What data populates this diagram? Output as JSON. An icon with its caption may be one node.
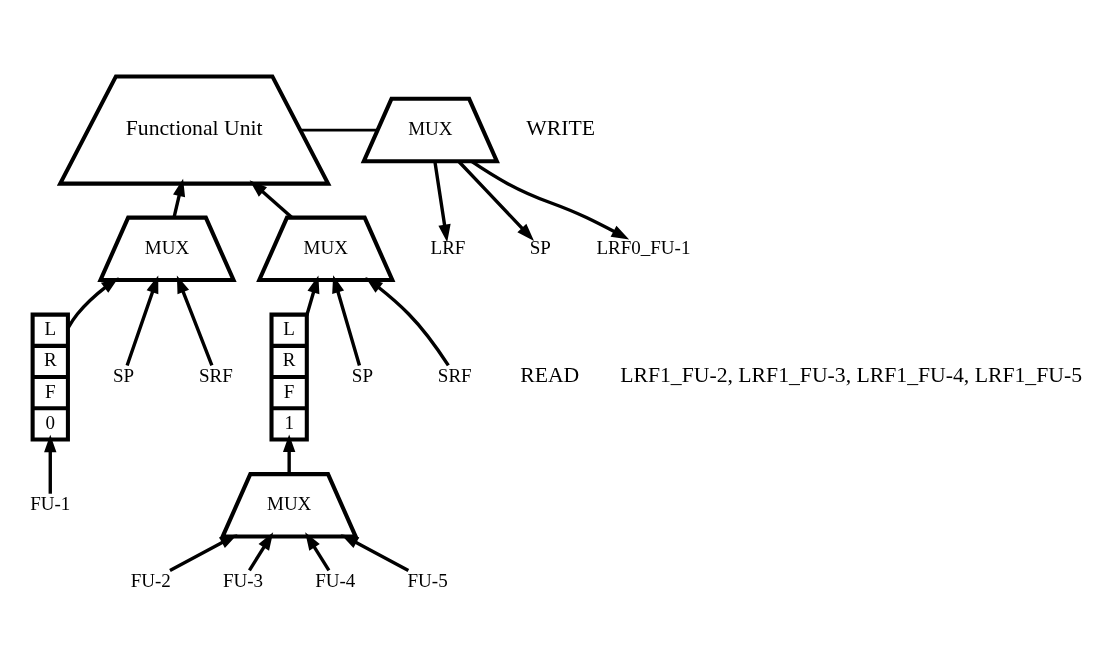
{
  "diagram": {
    "nodes": [
      {
        "text": [
          "Functional Unit"
        ]
      },
      {
        "text": [
          "MUX"
        ]
      },
      {
        "text": [
          "MUX"
        ]
      },
      {
        "text": [
          "MUX"
        ]
      },
      {
        "text": [
          "L",
          "R",
          "F",
          "0"
        ]
      },
      {
        "text": [
          "L",
          "R",
          "F",
          "1"
        ]
      },
      {
        "text": [
          "MUX"
        ]
      },
      {
        "text": [
          "SP"
        ]
      },
      {
        "text": [
          "SRF"
        ]
      },
      {
        "text": [
          "SP"
        ]
      },
      {
        "text": [
          "SRF"
        ]
      },
      {
        "text": [
          "FU-1"
        ]
      },
      {
        "text": [
          "FU-2"
        ]
      },
      {
        "text": [
          "FU-3"
        ]
      },
      {
        "text": [
          "FU-4"
        ]
      },
      {
        "text": [
          "FU-5"
        ]
      },
      {
        "text": [
          "LRF"
        ]
      },
      {
        "text": [
          "SP"
        ]
      },
      {
        "text": [
          "LRF0_FU-1"
        ]
      }
    ],
    "edges": [
      {
        "from": 1,
        "to": 0,
        "arrow": "to"
      },
      {
        "from": 2,
        "to": 0,
        "arrow": "to"
      },
      {
        "from": 0,
        "to": 3,
        "arrow": "none"
      },
      {
        "from": 4,
        "to": 1,
        "arrow": "to"
      },
      {
        "from": 7,
        "to": 1,
        "arrow": "to"
      },
      {
        "from": 8,
        "to": 1,
        "arrow": "to"
      },
      {
        "from": 5,
        "to": 2,
        "arrow": "to"
      },
      {
        "from": 9,
        "to": 2,
        "arrow": "to"
      },
      {
        "from": 10,
        "to": 2,
        "arrow": "to"
      },
      {
        "from": 11,
        "to": 4,
        "arrow": "to"
      },
      {
        "from": 6,
        "to": 5,
        "arrow": "to"
      },
      {
        "from": 12,
        "to": 6,
        "arrow": "to"
      },
      {
        "from": 13,
        "to": 6,
        "arrow": "to"
      },
      {
        "from": 14,
        "to": 6,
        "arrow": "to"
      },
      {
        "from": 15,
        "to": 6,
        "arrow": "to"
      },
      {
        "from": 3,
        "to": 16,
        "arrow": "to"
      },
      {
        "from": 3,
        "to": 17,
        "arrow": "to"
      },
      {
        "from": 3,
        "to": 18,
        "arrow": "to"
      }
    ],
    "labels": [
      "WRITE",
      "READ",
      "LRF1_FU-2, LRF1_FU-3, LRF1_FU-4, LRF1_FU-5"
    ]
  }
}
